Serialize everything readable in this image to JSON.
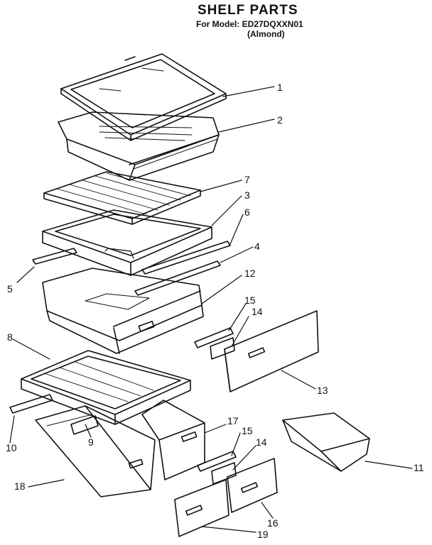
{
  "header": {
    "title": "SHELF PARTS",
    "model": "For Model: ED27DQXXN01",
    "color": "(Almond)"
  },
  "callouts": [
    "1",
    "2",
    "7",
    "3",
    "6",
    "4",
    "5",
    "12",
    "15",
    "14",
    "8",
    "13",
    "17",
    "15",
    "14",
    "10",
    "9",
    "11",
    "18",
    "16",
    "19"
  ]
}
